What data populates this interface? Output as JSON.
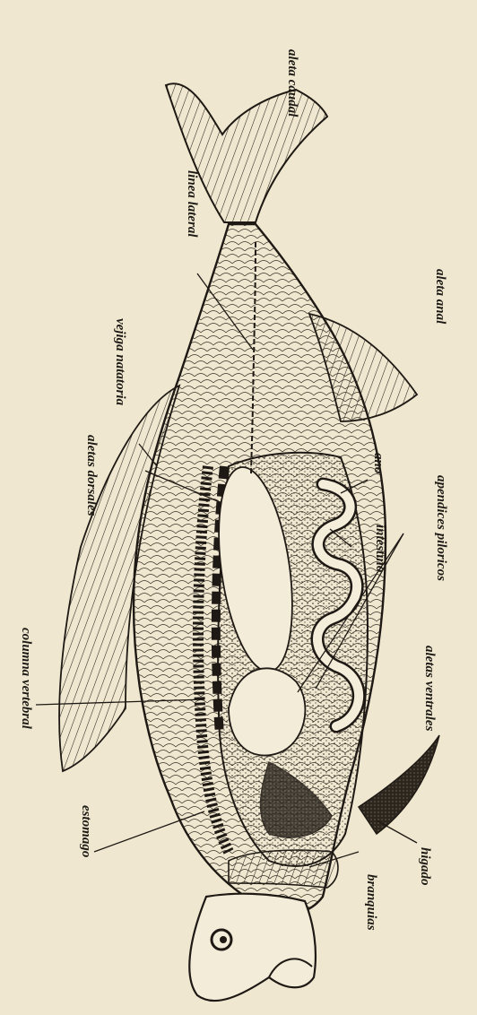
{
  "figure": {
    "labels": {
      "aleta_caudal": "aleta caudal",
      "linea_lateral": "linea lateral",
      "aleta_anal": "aleta anal",
      "vejiga_natatoria": "vejiga natatoria",
      "aletas_dorsales": "aletas dorsales",
      "ano": "ano",
      "apendices_piloricos": "apendices piloricos",
      "intestino": "intestino",
      "columna_vertebral": "columna vertebral",
      "aletas_ventrales": "aletas ventrales",
      "estomago": "estomago",
      "higado": "higado",
      "branquias": "branquias"
    }
  }
}
